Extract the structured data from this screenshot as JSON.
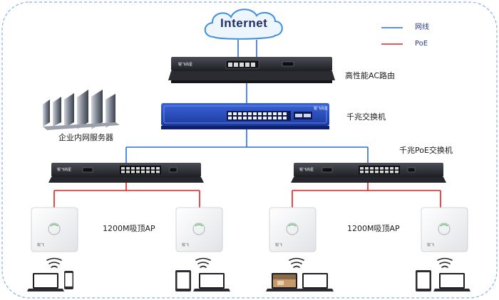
{
  "internet": {
    "label": "Internet"
  },
  "legend": {
    "network_label": "网线",
    "poe_label": "PoE",
    "network_color": "#2a6fdb",
    "poe_color": "#e02020"
  },
  "devices": {
    "ac_router": {
      "label": "高性能AC路由",
      "brand": "锐飞尚星"
    },
    "core_switch": {
      "label": "千兆交换机",
      "brand": "锐飞尚星"
    },
    "server": {
      "label": "企业内网服务器"
    },
    "poe_switch_left": {
      "brand": "锐飞尚星"
    },
    "poe_switch_right": {
      "label": "千兆PoE交换机",
      "brand": "锐飞尚星"
    },
    "ap_group_left": {
      "label": "1200M吸顶AP"
    },
    "ap_group_right": {
      "label": "1200M吸顶AP"
    },
    "ap_brand": "锐飞"
  },
  "clients": [
    {
      "group": "ap-1",
      "types": [
        "laptop-icon",
        "phone-icon"
      ]
    },
    {
      "group": "ap-2",
      "types": [
        "tablet-icon",
        "laptop-icon"
      ]
    },
    {
      "group": "ap-3",
      "types": [
        "laptop-icon",
        "laptop-icon"
      ]
    },
    {
      "group": "ap-4",
      "types": [
        "tablet-icon",
        "laptop-icon"
      ]
    }
  ]
}
